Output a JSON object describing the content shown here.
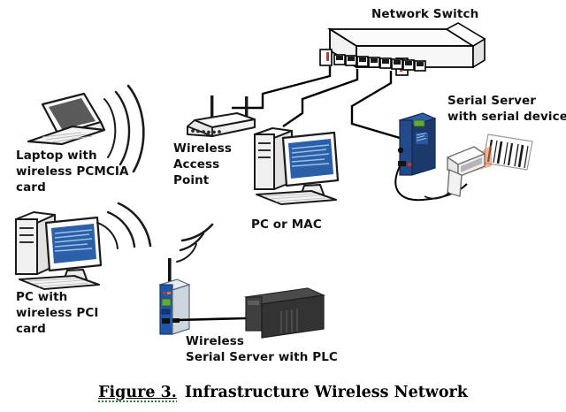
{
  "figure": {
    "caption_prefix": "Figure 3.",
    "caption_title": "Infrastructure Wireless Network",
    "background_color": "#ffffff"
  },
  "colors": {
    "line": "#000000",
    "device_gray": "#f2f2f2",
    "device_gray_shade": "#d9d9d9",
    "screen_blue": "#2b5fa8",
    "screen_blue_light": "#8fb3dd",
    "laptop_screen": "#555555",
    "serial_server_blue": "#1b3a6b",
    "serial_server_blue_light": "#2c56a0",
    "wireless_server_blue": "#1f57a6",
    "plc_black": "#3a3a3a",
    "led_red": "#c0392b",
    "laser_orange": "#e8743c",
    "terminal_green": "#63a83b"
  },
  "nodes": [
    {
      "id": "network-switch",
      "label_lines": [
        "Network Switch"
      ],
      "port_count": 8
    },
    {
      "id": "laptop-pcmcia",
      "label_lines": [
        "Laptop with",
        "wireless PCMCIA",
        "card"
      ],
      "wireless": true
    },
    {
      "id": "pc-pci",
      "label_lines": [
        "PC with",
        "wireless PCI",
        "card"
      ],
      "wireless": true
    },
    {
      "id": "wireless-access-point",
      "label_lines": [
        "Wireless",
        "Access",
        "Point"
      ],
      "antennas": 2
    },
    {
      "id": "pc-or-mac",
      "label_lines": [
        "PC or MAC"
      ]
    },
    {
      "id": "serial-server",
      "label_lines": [
        "Serial Server",
        "with serial device"
      ],
      "attached_device": "barcode-scanner"
    },
    {
      "id": "wireless-serial-server-plc",
      "label_lines": [
        "Wireless",
        "Serial Server with PLC"
      ],
      "wireless": true,
      "attached_device": "plc"
    }
  ],
  "labels": {
    "network_switch": "Network Switch",
    "laptop_l1": "Laptop with",
    "laptop_l2": "wireless PCMCIA",
    "laptop_l3": "card",
    "pcpci_l1": "PC with",
    "pcpci_l2": "wireless PCI",
    "pcpci_l3": "card",
    "wap_l1": "Wireless",
    "wap_l2": "Access",
    "wap_l3": "Point",
    "pcmac_l1": "PC or MAC",
    "serial_l1": "Serial Server",
    "serial_l2": "with serial device",
    "wss_l1": "Wireless",
    "wss_l2": "Serial Server with PLC"
  },
  "connections": [
    {
      "from": "network-switch",
      "to": "wireless-access-point",
      "medium": "ethernet"
    },
    {
      "from": "network-switch",
      "to": "pc-or-mac",
      "medium": "ethernet"
    },
    {
      "from": "network-switch",
      "to": "serial-server",
      "medium": "ethernet"
    },
    {
      "from": "serial-server",
      "to": "barcode-scanner",
      "medium": "serial-cable"
    },
    {
      "from": "wireless-serial-server-plc",
      "to": "plc",
      "medium": "serial-cable"
    },
    {
      "from": "laptop-pcmcia",
      "to": "wireless-access-point",
      "medium": "wireless"
    },
    {
      "from": "pc-pci",
      "to": "wireless-access-point",
      "medium": "wireless"
    },
    {
      "from": "wireless-serial-server-plc",
      "to": "wireless-access-point",
      "medium": "wireless"
    }
  ]
}
